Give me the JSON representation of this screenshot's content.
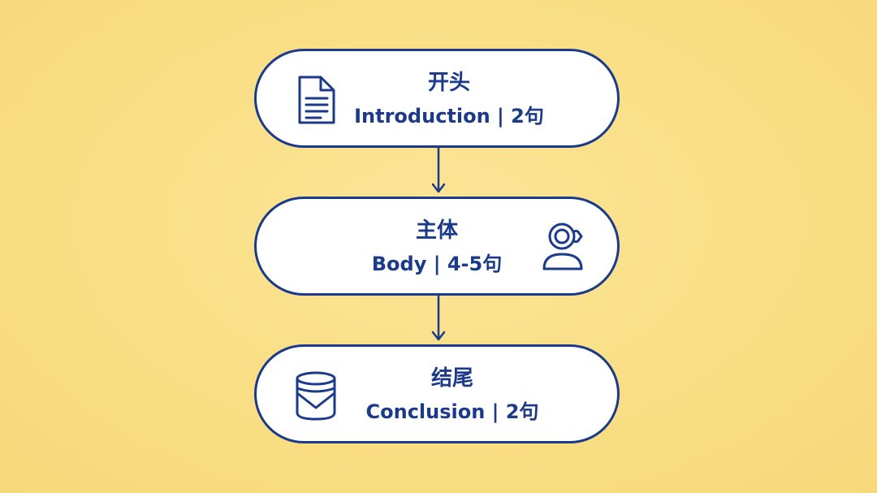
{
  "diagram": {
    "steps": [
      {
        "title": "开头",
        "subtitle": "Introduction | 2句",
        "icon": "document-icon"
      },
      {
        "title": "主体",
        "subtitle": "Body | 4-5句",
        "icon": "person-speaking-icon"
      },
      {
        "title": "结尾",
        "subtitle": "Conclusion | 2句",
        "icon": "layered-box-icon"
      }
    ]
  },
  "colors": {
    "background": "#f9df86",
    "stroke": "#1b3a8a",
    "node_fill": "#ffffff"
  }
}
